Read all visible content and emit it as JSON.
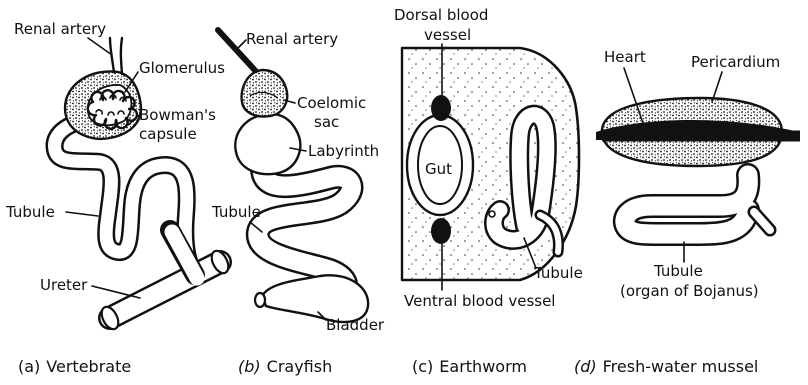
{
  "panels": {
    "vertebrate": {
      "labels": {
        "renal_artery": "Renal artery",
        "glomerulus": "Glomerulus",
        "bowmans_1": "Bowman's",
        "bowmans_2": "capsule",
        "tubule": "Tubule",
        "ureter": "Ureter"
      },
      "caption_letter": "(a)",
      "caption_text": "Vertebrate"
    },
    "crayfish": {
      "labels": {
        "renal_artery": "Renal artery",
        "coelomic_1": "Coelomic",
        "coelomic_2": "sac",
        "labyrinth": "Labyrinth",
        "tubule": "Tubule",
        "bladder": "Bladder"
      },
      "caption_letter": "(b)",
      "caption_text": "Crayfish"
    },
    "earthworm": {
      "labels": {
        "dorsal_1": "Dorsal blood",
        "dorsal_2": "vessel",
        "gut": "Gut",
        "tubule": "Tubule",
        "ventral": "Ventral blood vessel"
      },
      "caption_letter": "(c)",
      "caption_text": "Earthworm"
    },
    "mussel": {
      "labels": {
        "heart": "Heart",
        "pericardium": "Pericardium",
        "tubule_1": "Tubule",
        "tubule_2": "(organ of Bojanus)"
      },
      "caption_letter": "(d)",
      "caption_text": "Fresh-water mussel"
    }
  }
}
